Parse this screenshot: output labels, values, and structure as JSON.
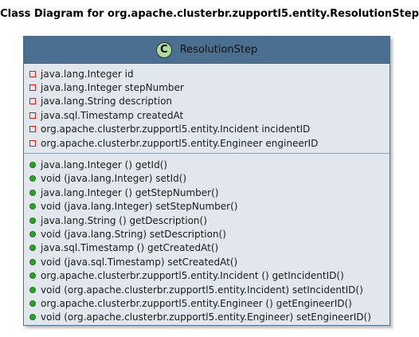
{
  "title": "Class Diagram for org.apache.clusterbr.zupportl5.entity.ResolutionStep",
  "class": {
    "stereotype_letter": "C",
    "name": "ResolutionStep",
    "fields": [
      "java.lang.Integer id",
      "java.lang.Integer stepNumber",
      "java.lang.String description",
      "java.sql.Timestamp createdAt",
      "org.apache.clusterbr.zupportl5.entity.Incident incidentID",
      "org.apache.clusterbr.zupportl5.entity.Engineer engineerID"
    ],
    "methods": [
      "java.lang.Integer () getId()",
      "void (java.lang.Integer) setId()",
      "java.lang.Integer () getStepNumber()",
      "void (java.lang.Integer) setStepNumber()",
      "java.lang.String () getDescription()",
      "void (java.lang.String) setDescription()",
      "java.sql.Timestamp () getCreatedAt()",
      "void (java.sql.Timestamp) setCreatedAt()",
      "org.apache.clusterbr.zupportl5.entity.Incident () getIncidentID()",
      "void (org.apache.clusterbr.zupportl5.entity.Incident) setIncidentID()",
      "org.apache.clusterbr.zupportl5.entity.Engineer () getEngineerID()",
      "void (org.apache.clusterbr.zupportl5.entity.Engineer) setEngineerID()"
    ]
  },
  "colors": {
    "header": "#4a6f91",
    "body": "#e2e7ed",
    "private": "#c8221c",
    "public": "#2e9e2e",
    "stereotype": "#aadd9a"
  }
}
